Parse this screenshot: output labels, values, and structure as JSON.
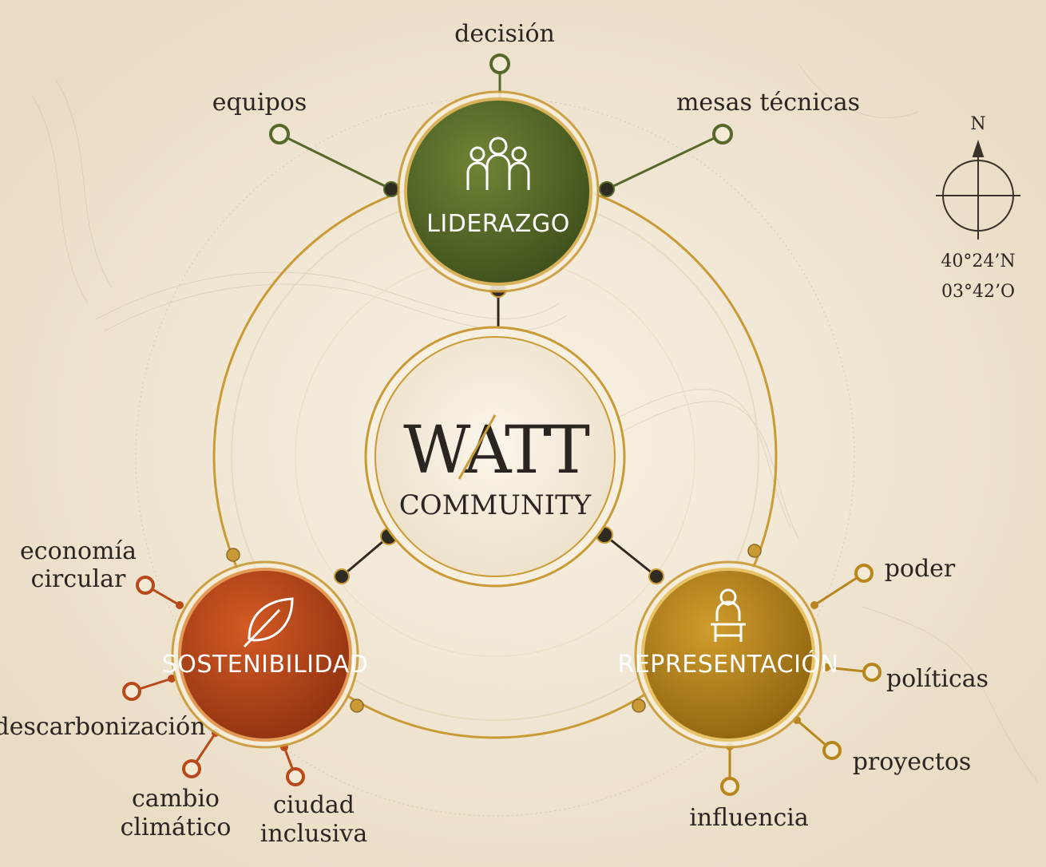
{
  "center": {
    "logo_top": "WATT",
    "logo_bottom": "COMMUNITY"
  },
  "hubs": {
    "leadership": {
      "label": "LIDERAZGO",
      "icon": "people-group-icon",
      "color": "#56682a",
      "satellites": [
        "decisión",
        "equipos",
        "mesas técnicas"
      ]
    },
    "sustainability": {
      "label": "SOSTENIBILIDAD",
      "icon": "leaf-icon",
      "color": "#b9481a",
      "satellites": [
        "economía",
        "circular",
        "descarbonización",
        "cambio",
        "climático",
        "ciudad",
        "inclusiva"
      ]
    },
    "representation": {
      "label": "REPRESENTACIÓN",
      "icon": "speaker-at-podium-icon",
      "color": "#b8861c",
      "satellites": [
        "poder",
        "políticas",
        "proyectos",
        "influencia"
      ]
    }
  },
  "compass": {
    "north_label": "N",
    "lat": "40°24’N",
    "lon": "03°42’O",
    "icon": "compass-rose-icon"
  },
  "colors": {
    "background": "#efe4d1",
    "gold_ring": "#c99a35",
    "text": "#2b2521"
  }
}
